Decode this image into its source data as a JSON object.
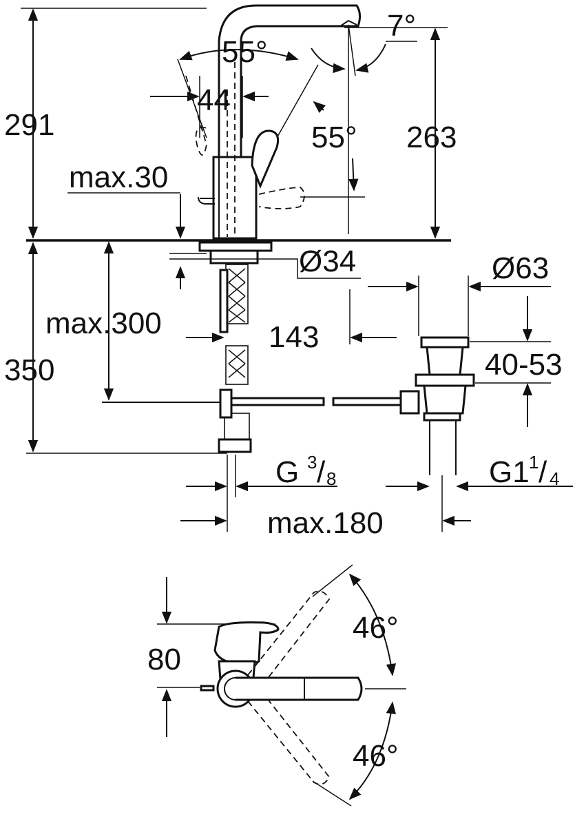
{
  "front_view": {
    "height_total": "291",
    "spout_height": "263",
    "lever_angle_left": "55°",
    "lever_angle_right": "55°",
    "spout_tilt": "7°",
    "body_width": "44",
    "deck_thickness": "max.30",
    "hole_diameter": "Ø34",
    "hose_length": "max.300",
    "below_deck": "350",
    "waste_offset": "143",
    "waste_diameter": "Ø63",
    "waste_range": "40-53",
    "inlet_thread_main": "G",
    "inlet_thread_num": "3",
    "inlet_thread_den": "8",
    "waste_thread_main": "G1",
    "waste_thread_num": "1",
    "waste_thread_den": "4",
    "rod_length": "max.180"
  },
  "top_view": {
    "depth": "80",
    "swing_upper": "46°",
    "swing_lower": "46°"
  }
}
